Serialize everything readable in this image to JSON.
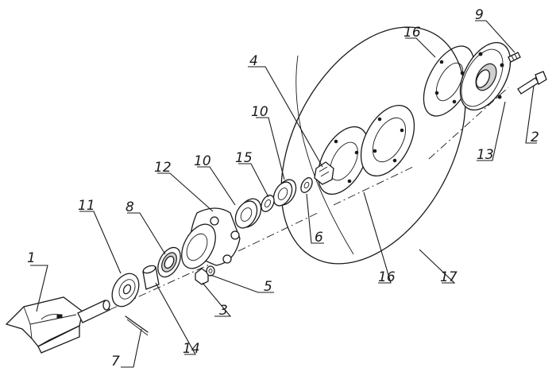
{
  "diagram": {
    "colors": {
      "ink": "#1a1a1a",
      "background": "#ffffff"
    },
    "callouts": [
      {
        "id": "c1",
        "text": "1"
      },
      {
        "id": "c2",
        "text": "2"
      },
      {
        "id": "c3",
        "text": "3"
      },
      {
        "id": "c4",
        "text": "4"
      },
      {
        "id": "c5",
        "text": "5"
      },
      {
        "id": "c6",
        "text": "6"
      },
      {
        "id": "c7",
        "text": "7"
      },
      {
        "id": "c8",
        "text": "8"
      },
      {
        "id": "c9",
        "text": "9"
      },
      {
        "id": "c10a",
        "text": "10"
      },
      {
        "id": "c10b",
        "text": "10"
      },
      {
        "id": "c11",
        "text": "11"
      },
      {
        "id": "c12",
        "text": "12"
      },
      {
        "id": "c13",
        "text": "13"
      },
      {
        "id": "c14",
        "text": "14"
      },
      {
        "id": "c15",
        "text": "15"
      },
      {
        "id": "c16a",
        "text": "16"
      },
      {
        "id": "c16b",
        "text": "16"
      },
      {
        "id": "c17",
        "text": "17"
      }
    ]
  }
}
